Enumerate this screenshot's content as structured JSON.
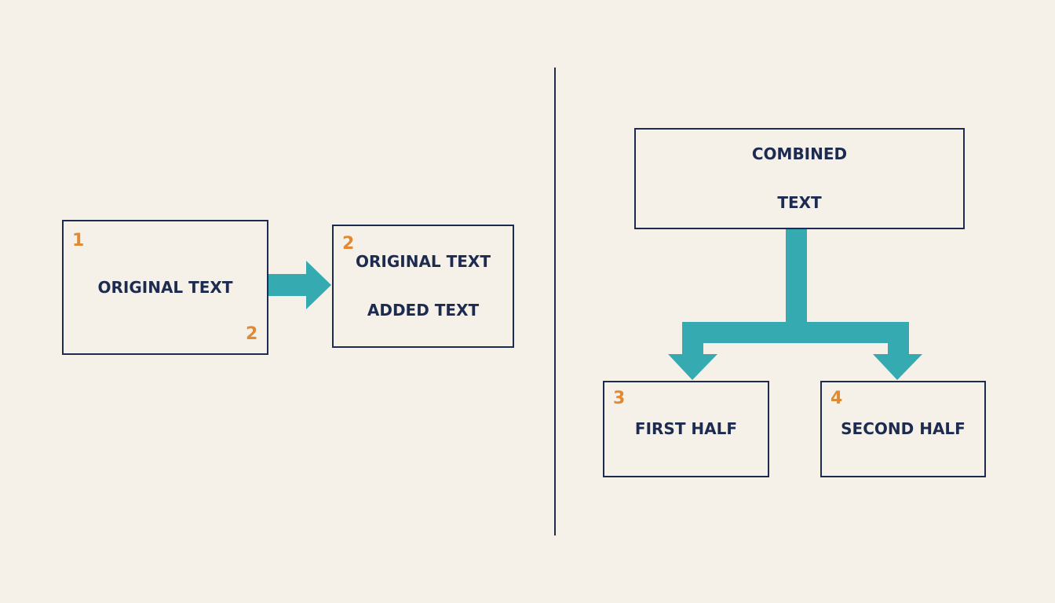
{
  "colors": {
    "background": "#f5f1e8",
    "box_border": "#1c2b4f",
    "text": "#1c2b4f",
    "number": "#e08a35",
    "arrow": "#35abb1"
  },
  "left_panel": {
    "source_box": {
      "label": "ORIGINAL TEXT",
      "number_top": "1",
      "number_bottom": "2"
    },
    "result_box": {
      "number": "2",
      "line1": "ORIGINAL TEXT",
      "line2": "ADDED TEXT"
    }
  },
  "right_panel": {
    "combined_box": {
      "line1": "COMBINED",
      "line2": "TEXT"
    },
    "first_half_box": {
      "number": "3",
      "label": "FIRST HALF"
    },
    "second_half_box": {
      "number": "4",
      "label": "SECOND HALF"
    }
  }
}
